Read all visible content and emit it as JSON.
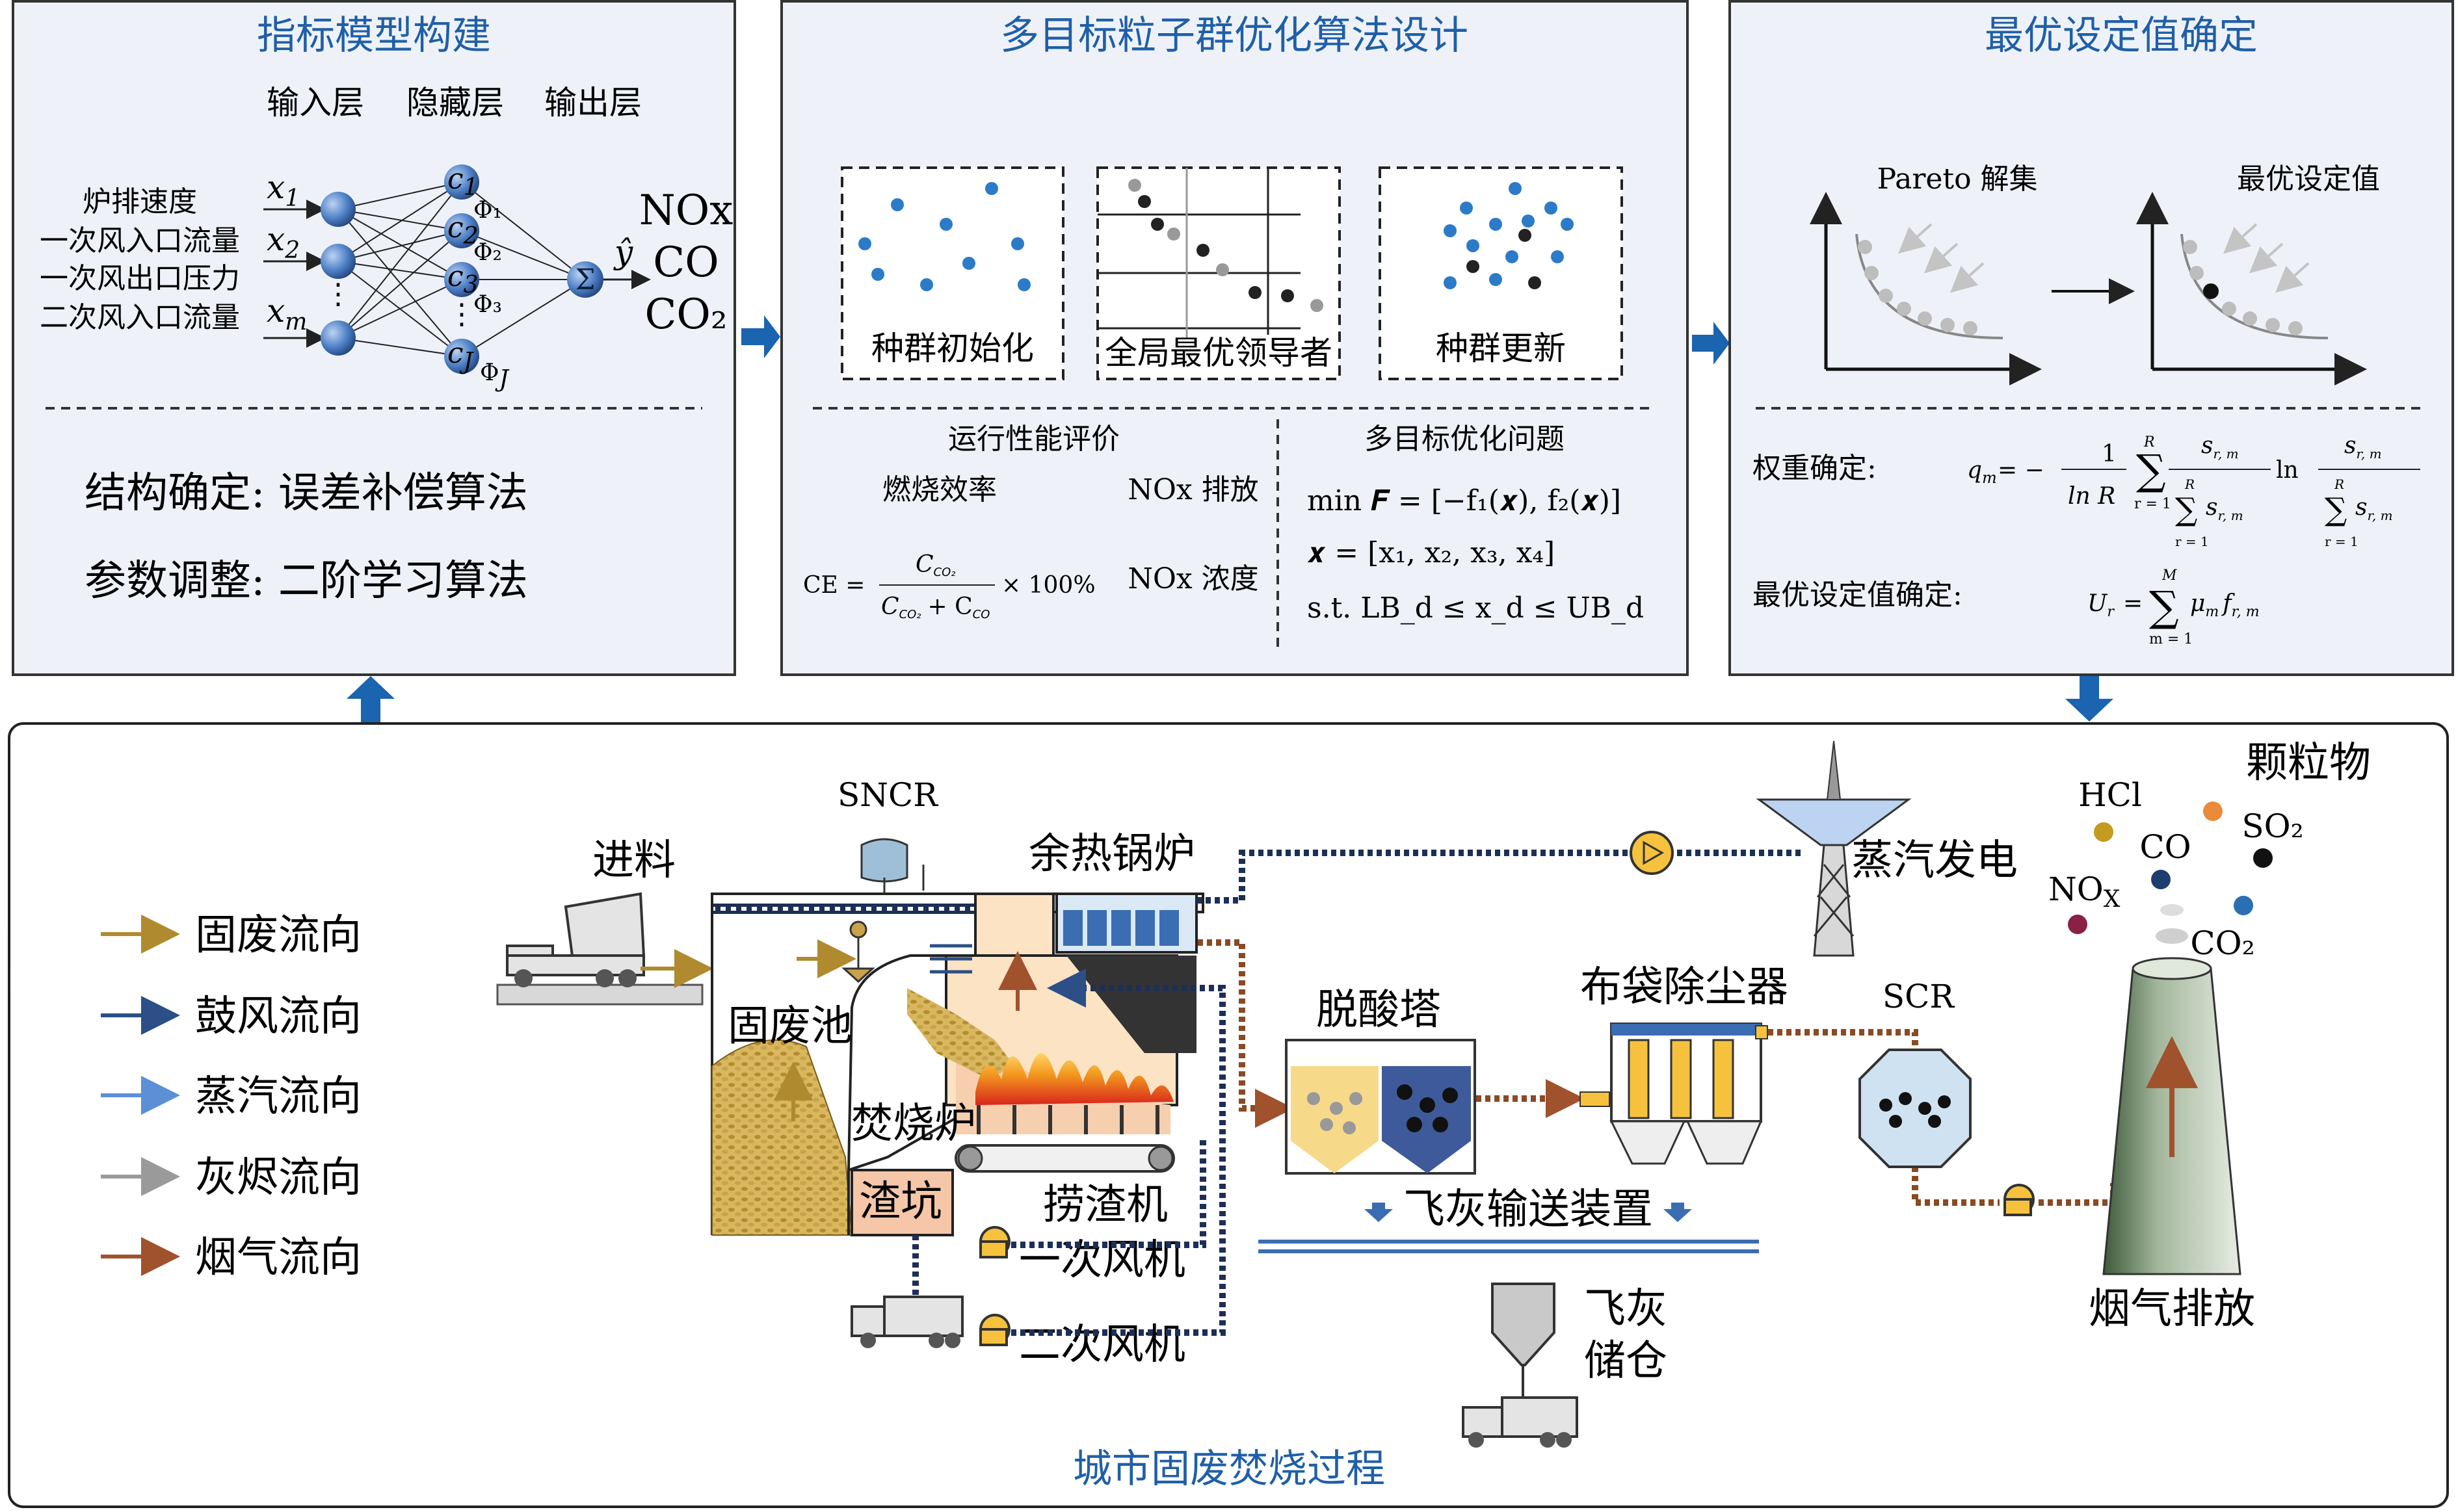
{
  "panels": {
    "model": {
      "title": "指标模型构建",
      "layers": [
        "输入层",
        "隐藏层",
        "输出层"
      ],
      "inputs": [
        "炉排速度",
        "一次风入口流量",
        "一次风出口压力",
        "二次风入口流量"
      ],
      "input_syms": [
        "x",
        "x",
        "x"
      ],
      "input_subs": [
        "1",
        "2",
        "m"
      ],
      "hidden_syms": [
        "c",
        "c",
        "c",
        "c"
      ],
      "hidden_subs": [
        "1",
        "2",
        "3",
        "J"
      ],
      "phi": [
        "Φ₁",
        "Φ₂",
        "Φ₃",
        "Φ"
      ],
      "phi_J_sub": "J",
      "sum": "Σ",
      "yhat": "ŷ",
      "outputs": [
        "NOx",
        "CO",
        "CO₂"
      ],
      "structure": "结构确定: 误差补偿算法",
      "param": "参数调整: 二阶学习算法"
    },
    "pso": {
      "title": "多目标粒子群优化算法设计",
      "boxes": [
        "种群初始化",
        "全局最优领导者",
        "种群更新"
      ],
      "perf_title": "运行性能评价",
      "combustion": "燃烧效率",
      "nox_emit": "NOx 排放",
      "nox_conc": "NOx 浓度",
      "ce_lhs": "CE =",
      "ce_num": "C",
      "ce_num_sub": "CO₂",
      "ce_den1": "C",
      "ce_den1_sub": "CO₂",
      "ce_plus": "+ C",
      "ce_den2_sub": "CO",
      "ce_pct": "× 100%",
      "moo_title": "多目标优化问题",
      "min_line": "min 𝑭 = [−f₁(𝒙), f₂(𝒙)]",
      "x_line": "𝒙 = [x₁, x₂, x₃, x₄]",
      "st_line": "s.t. LB_d ≤ x_d ≤ UB_d"
    },
    "optimal": {
      "title": "最优设定值确定",
      "pareto": "Pareto 解集",
      "setpoint": "最优设定值",
      "weight_label": "权重确定:",
      "opt_label": "最优设定值确定:",
      "q": "q",
      "q_sub": "m",
      "eq": "= −",
      "one": "1",
      "lnR": "ln  R",
      "R": "R",
      "r1": "r = 1",
      "s_rm": "s",
      "s_sub": "r, m",
      "ln": "ln",
      "U": "U",
      "U_sub": "r",
      "M": "M",
      "m1": "m = 1",
      "mu": "μ",
      "f": "f"
    }
  },
  "process": {
    "title": "城市固废焚烧过程",
    "legend": [
      {
        "label": "固废流向",
        "color": "#b08a2e"
      },
      {
        "label": "鼓风流向",
        "color": "#2b4f86"
      },
      {
        "label": "蒸汽流向",
        "color": "#5b8fd6"
      },
      {
        "label": "灰烬流向",
        "color": "#9a9a9a"
      },
      {
        "label": "烟气流向",
        "color": "#a0522d"
      }
    ],
    "labels": {
      "feed": "进料",
      "sncr": "SNCR",
      "boiler": "余热锅炉",
      "pit": "固废池",
      "furnace": "焚烧炉",
      "slag": "渣坑",
      "slag_machine": "捞渣机",
      "fan1": "一次风机",
      "fan2": "二次风机",
      "deacid": "脱酸塔",
      "baghouse": "布袋除尘器",
      "scr": "SCR",
      "steam_power": "蒸汽发电",
      "fly_ash": "飞灰输送装置",
      "ash_silo_1": "飞灰",
      "ash_silo_2": "储仓",
      "stack": "烟气排放",
      "particulate": "颗粒物",
      "hcl": "HCl",
      "co": "CO",
      "so2": "SO₂",
      "nox": "NO",
      "nox_sub": "X",
      "co2": "CO₂"
    }
  },
  "colors": {
    "accent": "#1f5fa8",
    "panel_bg": "#eef2f8",
    "arrow": "#1a64b0"
  }
}
